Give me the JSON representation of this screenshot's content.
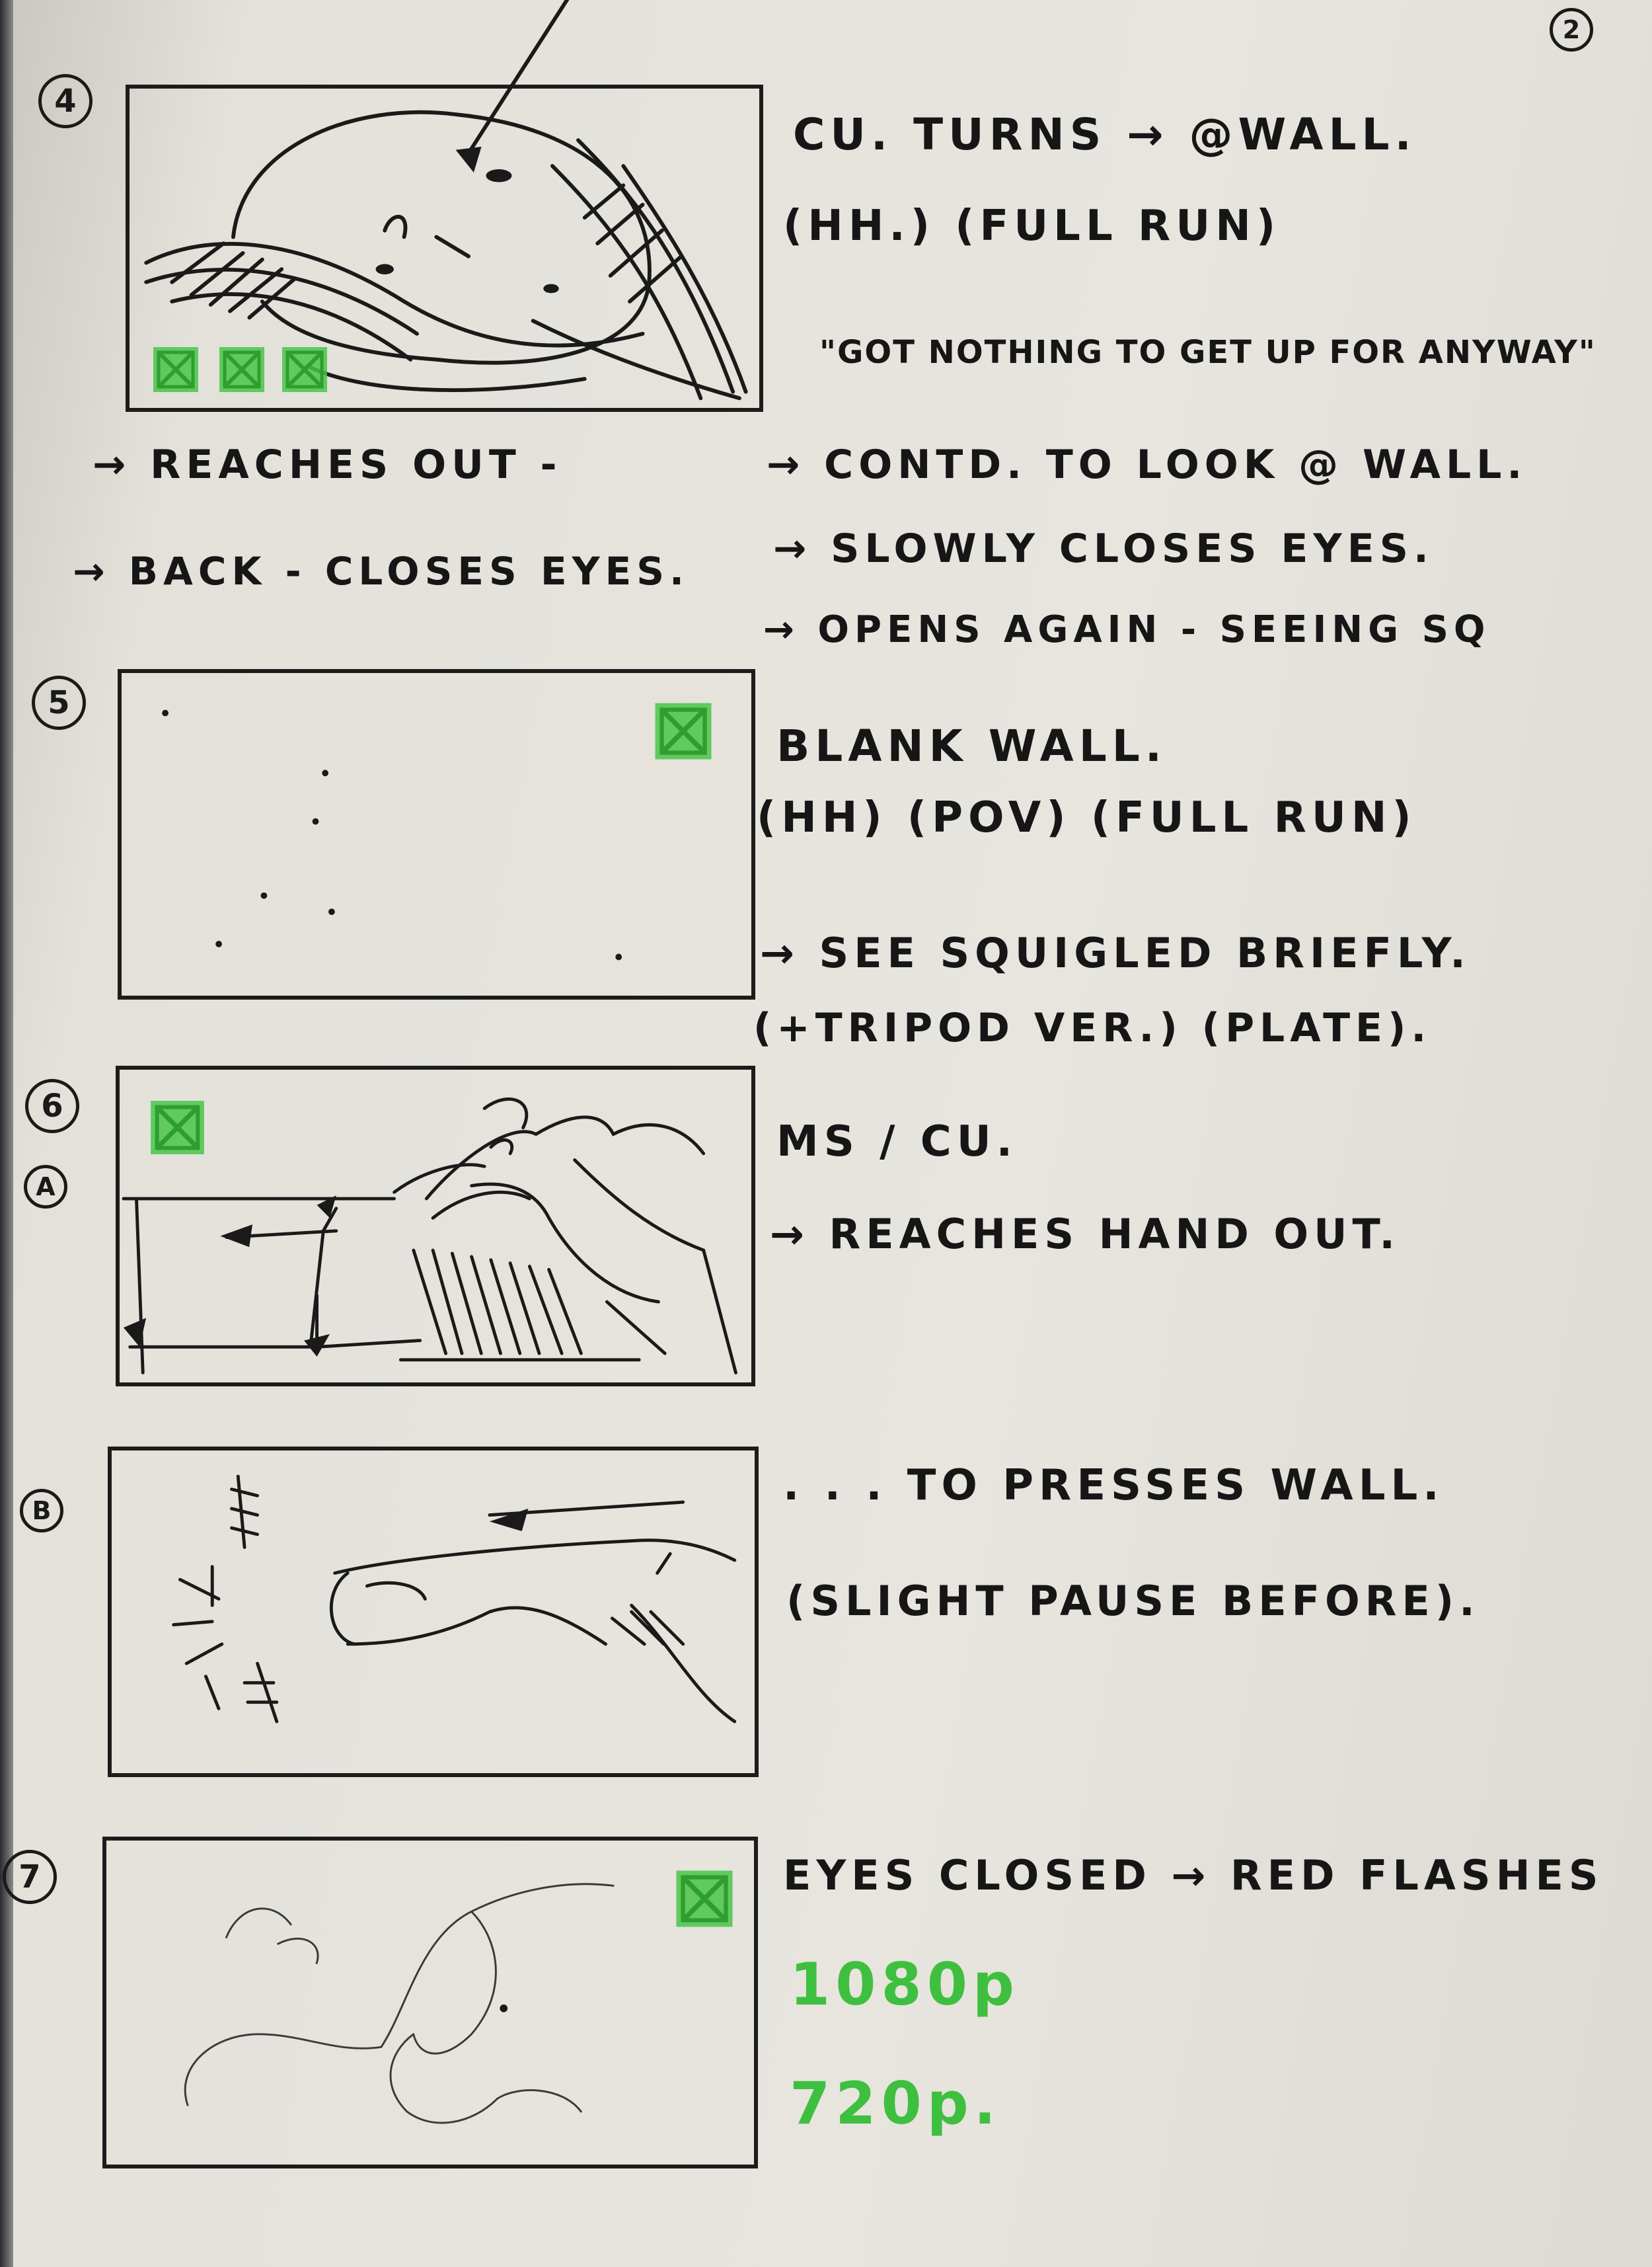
{
  "page_number": "2",
  "shots": [
    {
      "number": "4",
      "notes": [
        "CU. TURNS → @WALL.",
        "(HH.) (FULL RUN)",
        "\"GOT NOTHING TO GET UP FOR ANYWAY\"",
        "→ CONTD. TO LOOK @ WALL.",
        "→ SLOWLY CLOSES EYES.",
        "→ OPENS AGAIN - SEEING SQ"
      ],
      "below_panel": [
        "→ REACHES OUT -",
        "→ BACK - CLOSES EYES."
      ]
    },
    {
      "number": "5",
      "notes": [
        "BLANK WALL.",
        "(HH) (POV) (FULL RUN)",
        "→ SEE SQUIGLED BRIEFLY.",
        "(+TRIPOD VER.) (PLATE)."
      ]
    },
    {
      "number": "6",
      "sub": "A",
      "notes": [
        "MS / CU.",
        "→ REACHES HAND OUT."
      ]
    },
    {
      "sub": "B",
      "notes": [
        ". . . TO PRESSES WALL.",
        "(SLIGHT PAUSE BEFORE)."
      ]
    },
    {
      "number": "7",
      "notes": [
        "EYES CLOSED → RED FLASHES"
      ],
      "resolutions": [
        "1080p",
        "720p."
      ]
    }
  ],
  "colors": {
    "ink": "#161616",
    "marker_green": "#3fbf3f",
    "paper": "#e5e3dc"
  },
  "icons": {
    "shot_marker": "green-crossed-square-icon"
  }
}
